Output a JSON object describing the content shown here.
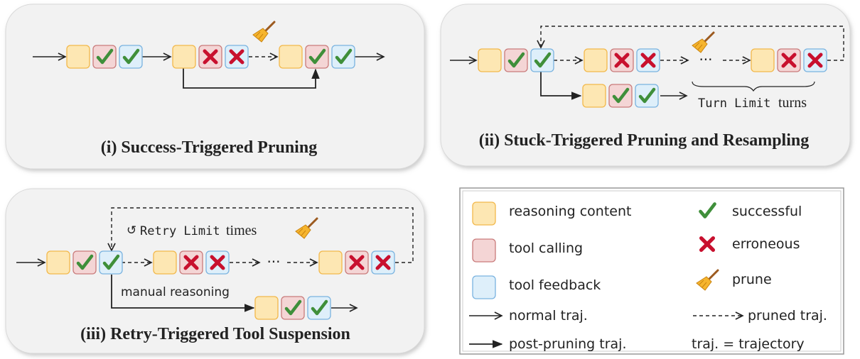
{
  "panels": {
    "p1": {
      "title": "(i) Success-Triggered Pruning"
    },
    "p2": {
      "title": "(ii) Stuck-Triggered Pruning and Resampling",
      "turn_limit_code": "Turn Limit",
      "turn_limit_suffix": "turns",
      "ellipsis": "···"
    },
    "p3": {
      "title": "(iii) Retry-Triggered Tool Suspension",
      "retry_limit_code": "Retry Limit",
      "retry_limit_suffix": "times",
      "retry_symbol": "↺",
      "manual_label": "manual reasoning",
      "ellipsis": "···"
    }
  },
  "legend": {
    "reasoning": "reasoning content",
    "tool_call": "tool calling",
    "tool_feedback": "tool feedback",
    "normal": "normal traj.",
    "post_pruning": "post-pruning traj.",
    "successful": "successful",
    "erroneous": "erroneous",
    "prune": "prune",
    "pruned": "pruned traj.",
    "traj_def": "traj. = trajectory"
  },
  "colors": {
    "reasoning_fill": "#fde7b3",
    "reasoning_stroke": "#f2b84b",
    "tool_fill": "#f4d5d5",
    "tool_stroke": "#c97b7b",
    "feedback_fill": "#deeffa",
    "feedback_stroke": "#7ab3e0",
    "check": "#3f8f3a",
    "cross": "#c8102e",
    "panel_bg": "#f2f2f2"
  }
}
